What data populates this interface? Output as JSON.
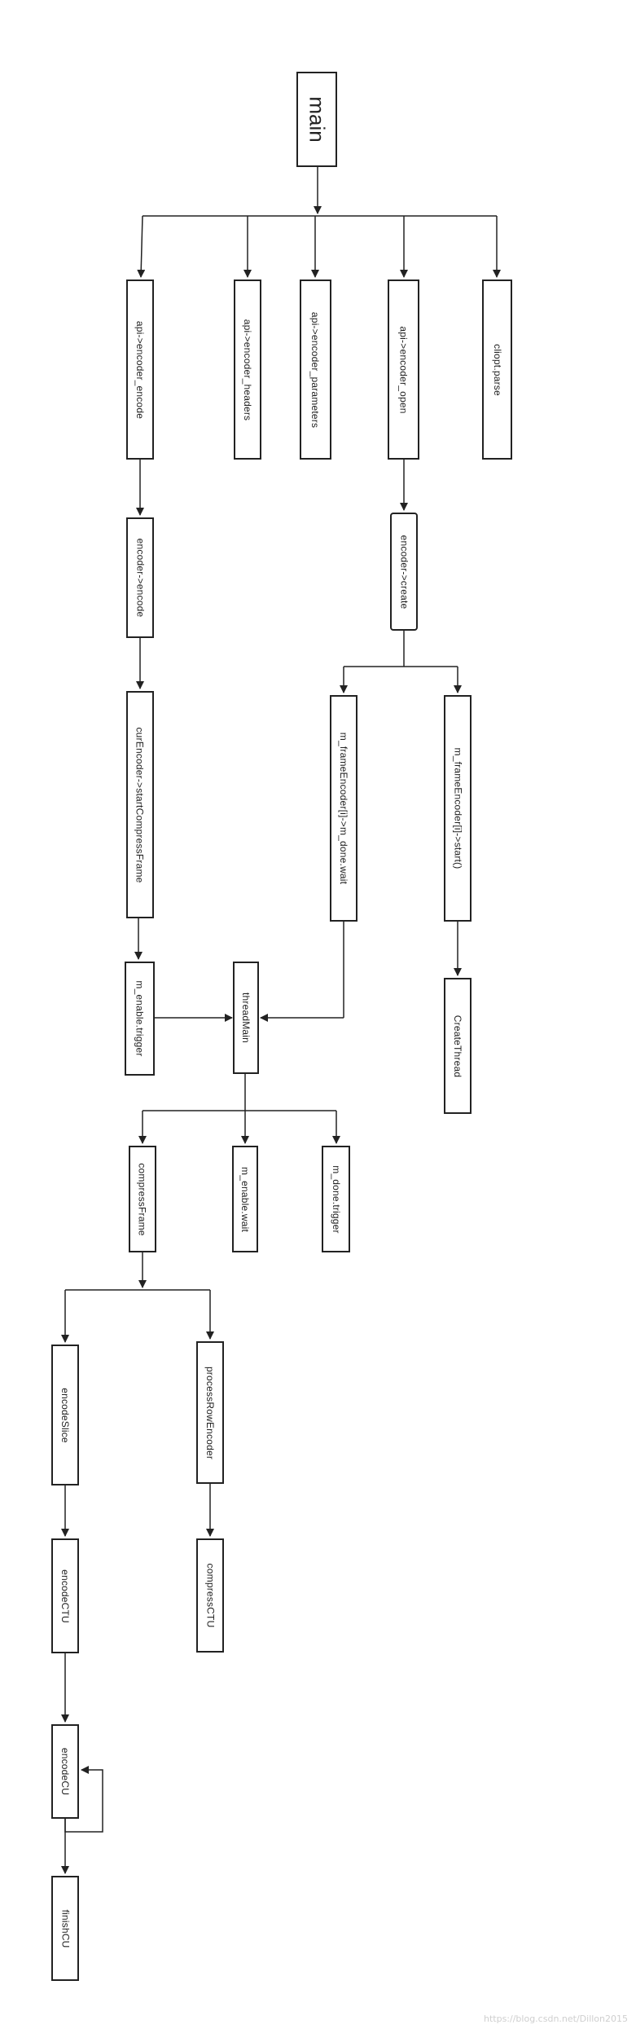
{
  "nodes": {
    "main": "main",
    "api_encoder_encode": "api->encoder_encode",
    "api_encoder_headers": "api->encoder_headers",
    "api_encoder_parameters": "api->encoder_parameters",
    "api_encoder_open": "api->encoder_open",
    "cliopt_parse": "cliopt.parse",
    "encoder_encode": "encoder->encode",
    "encoder_create": "encoder->create",
    "start_compress_frame": "curEncoder->startCompressFrame",
    "frame_encoder_done_wait": "m_frameEncoder[i]->m_done.wait",
    "frame_encoder_start": "m_frameEncoder[i]->start()",
    "m_enable_trigger": "m_enable.trigger",
    "thread_main": "threadMain",
    "create_thread": "CreateThread",
    "compress_frame": "compressFrame",
    "m_enable_wait": "m_enable.wait",
    "m_done_trigger": "m_done.trigger",
    "encode_slice": "encodeSlice",
    "process_row_encoder": "processRowEncoder",
    "encode_ctu": "encodeCTU",
    "compress_ctu": "compressCTU",
    "encode_cu": "encodeCU",
    "finish_cu": "finishCU"
  },
  "watermark": "https://blog.csdn.net/Dillon2015"
}
